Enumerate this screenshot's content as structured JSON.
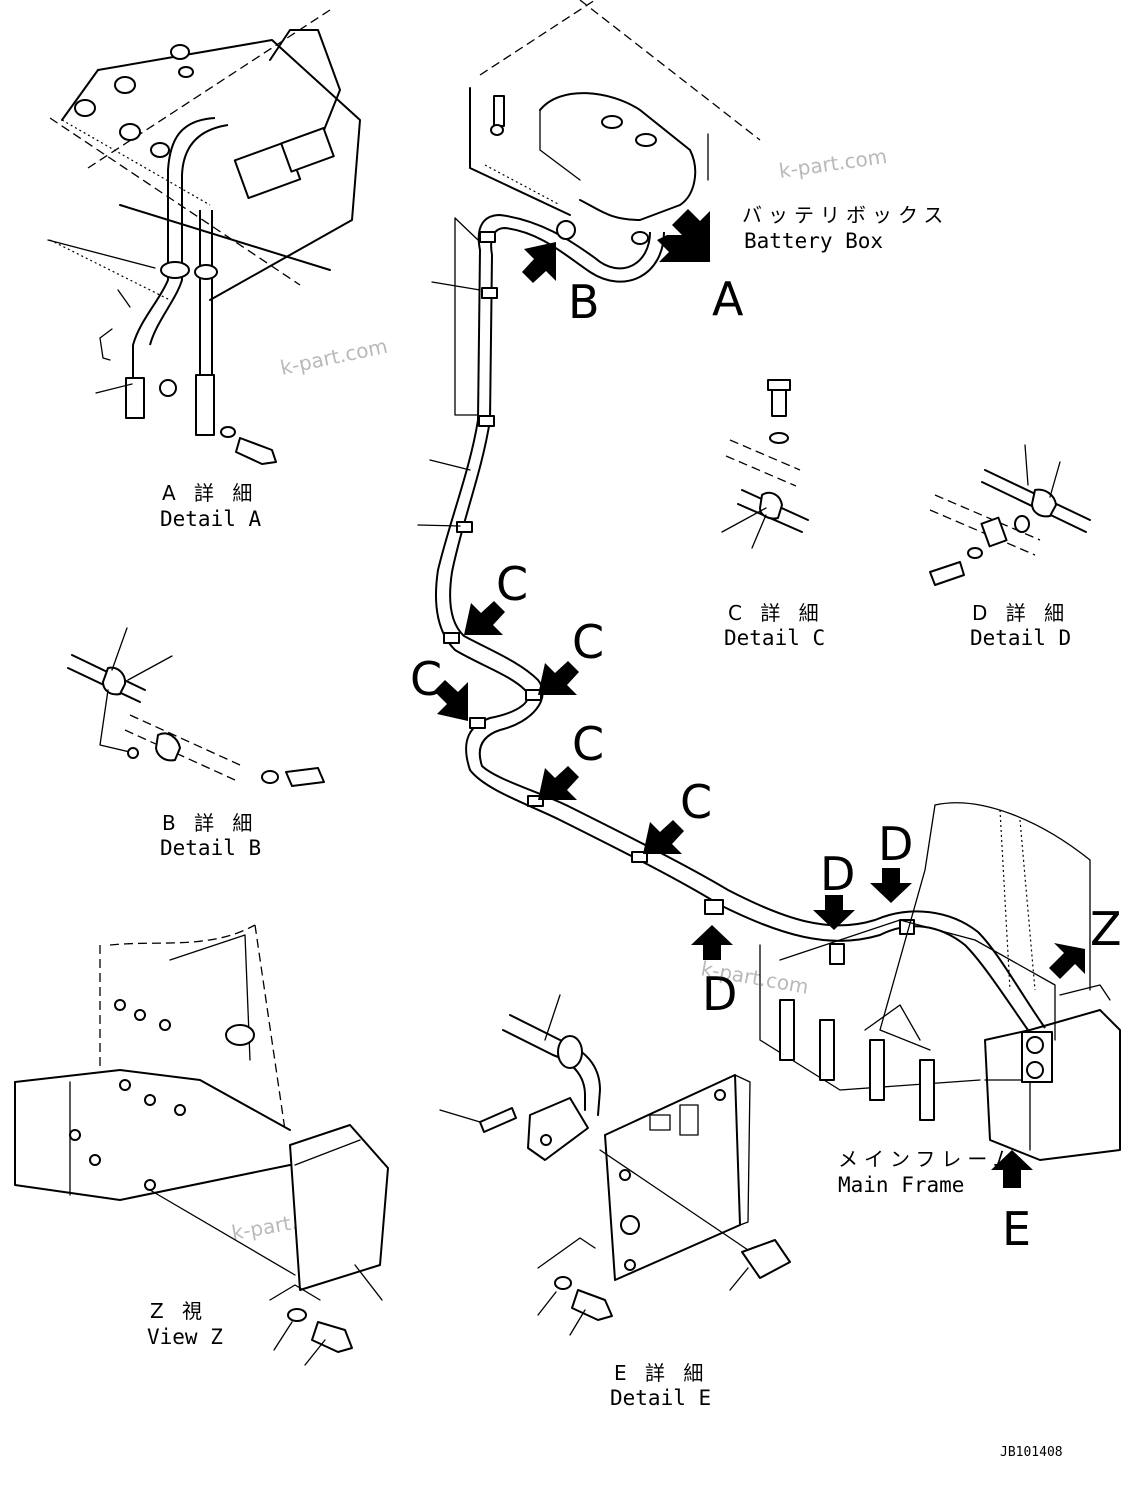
{
  "callouts": {
    "a": "A",
    "b": "B",
    "c": "C",
    "d": "D",
    "e": "E",
    "z": "Z"
  },
  "captions": {
    "battery_box_jp": "バッテリボックス",
    "battery_box_en": "Battery Box",
    "main_frame_jp": "メインフレーム",
    "main_frame_en": "Main Frame",
    "detail_a_jp": "A 詳 細",
    "detail_a_en": "Detail A",
    "detail_b_jp": "B 詳 細",
    "detail_b_en": "Detail B",
    "detail_c_jp": "C 詳 細",
    "detail_c_en": "Detail C",
    "detail_d_jp": "D 詳 細",
    "detail_d_en": "Detail D",
    "detail_e_jp": "E 詳 細",
    "detail_e_en": "Detail E",
    "view_z_jp": "Z 視",
    "view_z_en": "View Z"
  },
  "watermark": "k-part.com",
  "drawing_code": "JB101408"
}
